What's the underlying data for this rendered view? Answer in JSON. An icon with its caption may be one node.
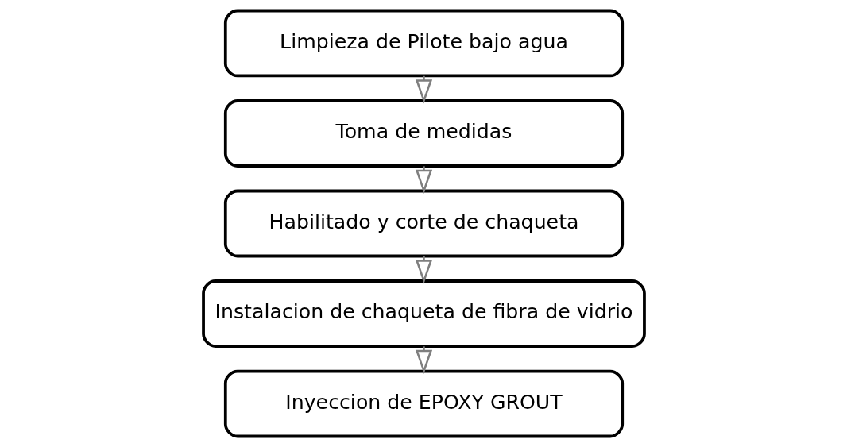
{
  "diagram": {
    "nodes": [
      {
        "text": [
          "Limpieza de Pilote bajo agua"
        ]
      },
      {
        "text": [
          "Toma de medidas"
        ]
      },
      {
        "text": [
          "Habilitado y corte de chaqueta"
        ]
      },
      {
        "text": [
          "Instalacion de chaqueta de fibra de vidrio"
        ]
      },
      {
        "text": [
          "Inyeccion de EPOXY GROUT"
        ]
      }
    ],
    "edges": [
      {
        "from": 0,
        "to": 1,
        "arrow": "to"
      },
      {
        "from": 1,
        "to": 2,
        "arrow": "to"
      },
      {
        "from": 2,
        "to": 3,
        "arrow": "to"
      },
      {
        "from": 3,
        "to": 4,
        "arrow": "to"
      }
    ]
  }
}
